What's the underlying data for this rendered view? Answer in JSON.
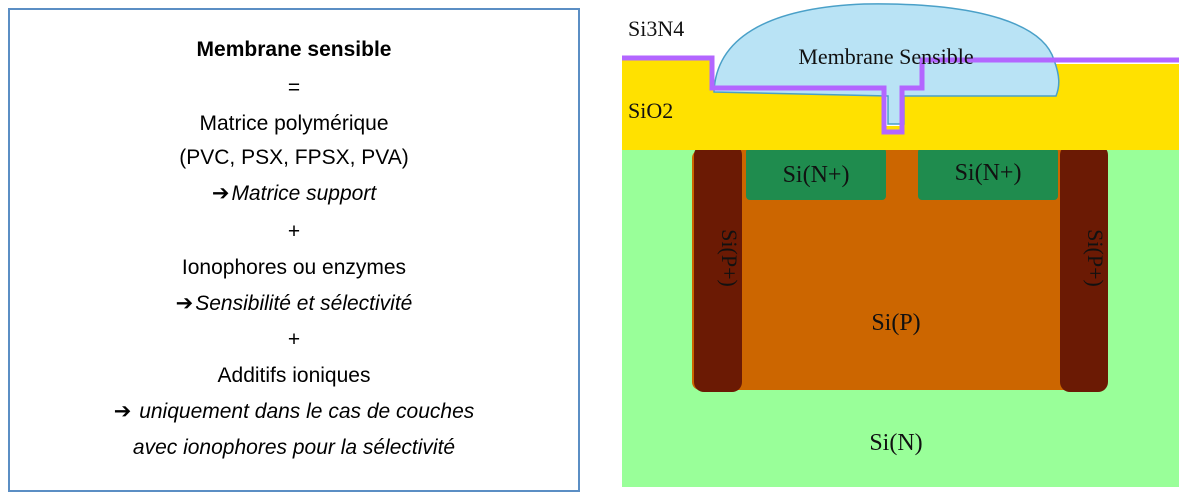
{
  "textbox": {
    "title": "Membrane sensible",
    "equals": "=",
    "matrix_line": "Matrice polymérique",
    "matrix_examples": "(PVC, PSX, FPSX, PVA)",
    "arrow_glyph": "➔",
    "matrix_role": "Matrice support",
    "plus1": "+",
    "ionophores_line": "Ionophores ou enzymes",
    "ionophores_role": "Sensibilité et sélectivité",
    "plus2": "+",
    "additifs_line": "Additifs ioniques",
    "additifs_role_1": "uniquement dans le cas de couches",
    "additifs_role_2": "avec ionophores pour la sélectivité"
  },
  "diagram": {
    "labels": {
      "si3n4": "Si3N4",
      "membrane": "Membrane Sensible",
      "sio2": "SiO2",
      "source": "Si(N+)",
      "drain": "Si(N+)",
      "p_plus_left": "Si(P+)",
      "p_plus_right": "Si(P+)",
      "si_p": "Si(P)",
      "si_n": "Si(N)"
    },
    "colors": {
      "si_n": "#99ff99",
      "si_p": "#cc6600",
      "n_plus": "#1f8c4e",
      "p_plus": "#6b1a04",
      "sio2": "#ffe100",
      "si3n4": "#b366ff",
      "membrane": "#b9e3f5",
      "membrane_stroke": "#4aa0c8",
      "textbox_border": "#5b8ec4"
    }
  }
}
